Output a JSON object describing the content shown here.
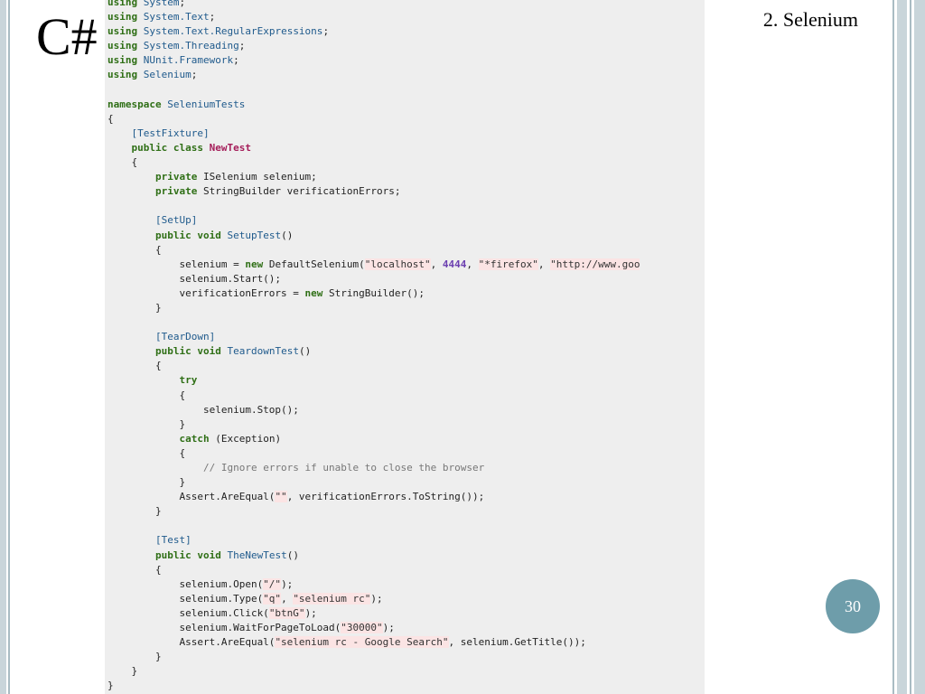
{
  "slide": {
    "language_title": "C#",
    "section_title": "2. Selenium",
    "page_number": "30"
  },
  "code": {
    "lines": [
      [
        {
          "t": "using",
          "c": "kw"
        },
        {
          "t": " "
        },
        {
          "t": "System",
          "c": "type"
        },
        {
          "t": ";"
        }
      ],
      [
        {
          "t": "using",
          "c": "kw"
        },
        {
          "t": " "
        },
        {
          "t": "System.Text",
          "c": "type"
        },
        {
          "t": ";"
        }
      ],
      [
        {
          "t": "using",
          "c": "kw"
        },
        {
          "t": " "
        },
        {
          "t": "System.Text.RegularExpressions",
          "c": "type"
        },
        {
          "t": ";"
        }
      ],
      [
        {
          "t": "using",
          "c": "kw"
        },
        {
          "t": " "
        },
        {
          "t": "System.Threading",
          "c": "type"
        },
        {
          "t": ";"
        }
      ],
      [
        {
          "t": "using",
          "c": "kw"
        },
        {
          "t": " "
        },
        {
          "t": "NUnit.Framework",
          "c": "type"
        },
        {
          "t": ";"
        }
      ],
      [
        {
          "t": "using",
          "c": "kw"
        },
        {
          "t": " "
        },
        {
          "t": "Selenium",
          "c": "type"
        },
        {
          "t": ";"
        }
      ],
      [],
      [
        {
          "t": "namespace",
          "c": "kw"
        },
        {
          "t": " "
        },
        {
          "t": "SeleniumTests",
          "c": "type"
        }
      ],
      [
        {
          "t": "{"
        }
      ],
      [
        {
          "t": "    "
        },
        {
          "t": "[TestFixture]",
          "c": "attr"
        }
      ],
      [
        {
          "t": "    "
        },
        {
          "t": "public class",
          "c": "kw"
        },
        {
          "t": " "
        },
        {
          "t": "NewTest",
          "c": "class"
        }
      ],
      [
        {
          "t": "    {"
        }
      ],
      [
        {
          "t": "        "
        },
        {
          "t": "private",
          "c": "kw"
        },
        {
          "t": " ISelenium selenium;"
        }
      ],
      [
        {
          "t": "        "
        },
        {
          "t": "private",
          "c": "kw"
        },
        {
          "t": " StringBuilder verificationErrors;"
        }
      ],
      [],
      [
        {
          "t": "        "
        },
        {
          "t": "[SetUp]",
          "c": "attr"
        }
      ],
      [
        {
          "t": "        "
        },
        {
          "t": "public void",
          "c": "kw"
        },
        {
          "t": " "
        },
        {
          "t": "SetupTest",
          "c": "fn"
        },
        {
          "t": "()"
        }
      ],
      [
        {
          "t": "        {"
        }
      ],
      [
        {
          "t": "            selenium = "
        },
        {
          "t": "new",
          "c": "kw"
        },
        {
          "t": " DefaultSelenium("
        },
        {
          "t": "\"localhost\"",
          "c": "str"
        },
        {
          "t": ", "
        },
        {
          "t": "4444",
          "c": "num"
        },
        {
          "t": ", "
        },
        {
          "t": "\"*firefox\"",
          "c": "str"
        },
        {
          "t": ", "
        },
        {
          "t": "\"http://www.goo",
          "c": "str"
        }
      ],
      [
        {
          "t": "            selenium.Start();"
        }
      ],
      [
        {
          "t": "            verificationErrors = "
        },
        {
          "t": "new",
          "c": "kw"
        },
        {
          "t": " StringBuilder();"
        }
      ],
      [
        {
          "t": "        }"
        }
      ],
      [],
      [
        {
          "t": "        "
        },
        {
          "t": "[TearDown]",
          "c": "attr"
        }
      ],
      [
        {
          "t": "        "
        },
        {
          "t": "public void",
          "c": "kw"
        },
        {
          "t": " "
        },
        {
          "t": "TeardownTest",
          "c": "fn"
        },
        {
          "t": "()"
        }
      ],
      [
        {
          "t": "        {"
        }
      ],
      [
        {
          "t": "            "
        },
        {
          "t": "try",
          "c": "kw"
        }
      ],
      [
        {
          "t": "            {"
        }
      ],
      [
        {
          "t": "                selenium.Stop();"
        }
      ],
      [
        {
          "t": "            }"
        }
      ],
      [
        {
          "t": "            "
        },
        {
          "t": "catch",
          "c": "kw"
        },
        {
          "t": " (Exception)"
        }
      ],
      [
        {
          "t": "            {"
        }
      ],
      [
        {
          "t": "                "
        },
        {
          "t": "// Ignore errors if unable to close the browser",
          "c": "cmt"
        }
      ],
      [
        {
          "t": "            }"
        }
      ],
      [
        {
          "t": "            Assert.AreEqual("
        },
        {
          "t": "\"\"",
          "c": "str"
        },
        {
          "t": ", verificationErrors.ToString());"
        }
      ],
      [
        {
          "t": "        }"
        }
      ],
      [],
      [
        {
          "t": "        "
        },
        {
          "t": "[Test]",
          "c": "attr"
        }
      ],
      [
        {
          "t": "        "
        },
        {
          "t": "public void",
          "c": "kw"
        },
        {
          "t": " "
        },
        {
          "t": "TheNewTest",
          "c": "fn"
        },
        {
          "t": "()"
        }
      ],
      [
        {
          "t": "        {"
        }
      ],
      [
        {
          "t": "            selenium.Open("
        },
        {
          "t": "\"/\"",
          "c": "str"
        },
        {
          "t": ");"
        }
      ],
      [
        {
          "t": "            selenium.Type("
        },
        {
          "t": "\"q\"",
          "c": "str"
        },
        {
          "t": ", "
        },
        {
          "t": "\"selenium rc\"",
          "c": "str"
        },
        {
          "t": ");"
        }
      ],
      [
        {
          "t": "            selenium.Click("
        },
        {
          "t": "\"btnG\"",
          "c": "str"
        },
        {
          "t": ");"
        }
      ],
      [
        {
          "t": "            selenium.WaitForPageToLoad("
        },
        {
          "t": "\"30000\"",
          "c": "str"
        },
        {
          "t": ");"
        }
      ],
      [
        {
          "t": "            Assert.AreEqual("
        },
        {
          "t": "\"selenium rc - Google Search\"",
          "c": "str"
        },
        {
          "t": ", selenium.GetTitle());"
        }
      ],
      [
        {
          "t": "        }"
        }
      ],
      [
        {
          "t": "    }"
        }
      ],
      [
        {
          "t": "}"
        }
      ]
    ]
  },
  "colors": {
    "page_badge": "#6e9daa",
    "code_background": "#eeeeee",
    "keyword": "#2f6f16",
    "type": "#1f5a8c",
    "class_name": "#a51e5a",
    "string_highlight": "#fbe4e4",
    "number": "#6b3fb0",
    "comment": "#777777"
  }
}
